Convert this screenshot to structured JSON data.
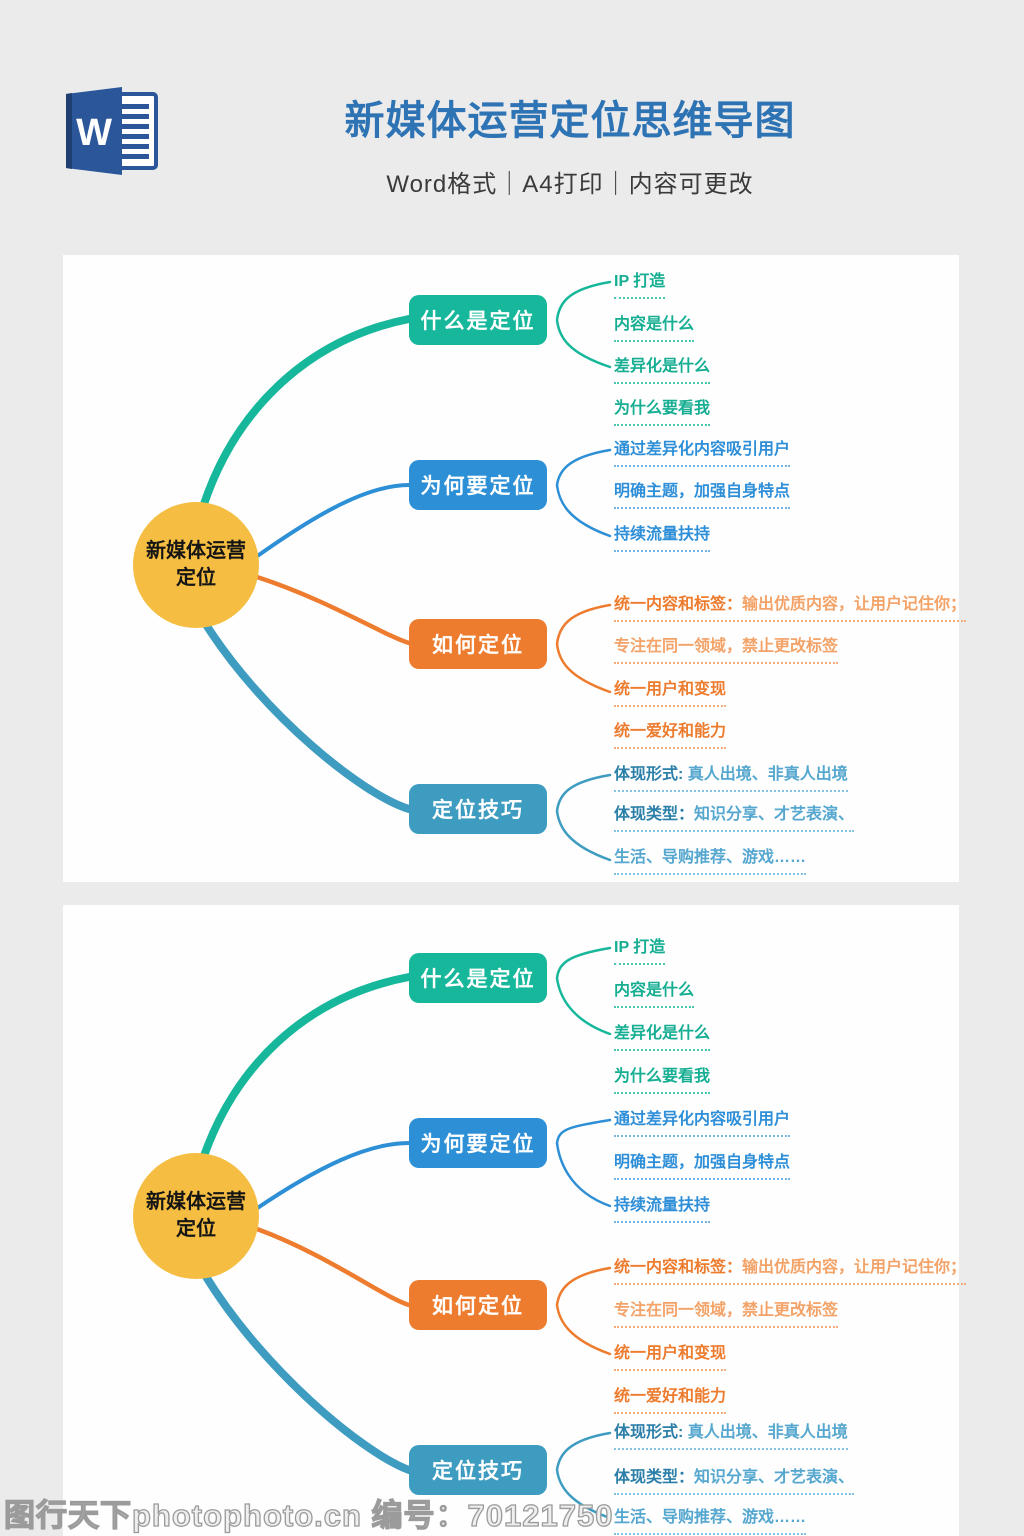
{
  "header": {
    "title": "新媒体运营定位思维导图",
    "subtitle": "Word格式｜A4打印｜内容可更改",
    "title_color": "#2E73B4",
    "word_icon_color": "#2B579A"
  },
  "map": {
    "center": {
      "line1": "新媒体运营",
      "line2": "定位",
      "color": "#F5BD41"
    },
    "branches": [
      {
        "label": "什么是定位",
        "color": "#17B79B",
        "items": [
          {
            "b": "IP 打造",
            "r": ""
          },
          {
            "b": "内容是什么",
            "r": ""
          },
          {
            "b": "差异化是什么",
            "r": ""
          },
          {
            "b": "为什么要看我",
            "r": ""
          }
        ]
      },
      {
        "label": "为何要定位",
        "color": "#2D8FD5",
        "items": [
          {
            "b": "通过差异化内容吸引用户",
            "r": ""
          },
          {
            "b": "明确主题，加强自身特点",
            "r": ""
          },
          {
            "b": "持续流量扶持",
            "r": ""
          }
        ]
      },
      {
        "label": "如何定位",
        "color": "#ED7C2F",
        "items": [
          {
            "b": "统一内容和标签：",
            "r": "输出优质内容，让用户记住你；"
          },
          {
            "b": "",
            "r": "专注在同一领域，禁止更改标签"
          },
          {
            "b": "统一用户和变现",
            "r": ""
          },
          {
            "b": "统一爱好和能力",
            "r": ""
          }
        ]
      },
      {
        "label": "定位技巧",
        "color": "#3E9CC0",
        "items": [
          {
            "b": "体现形式: ",
            "r": "真人出境、非真人出境"
          },
          {
            "b": "体现类型：",
            "r": "知识分享、才艺表演、"
          },
          {
            "b": "",
            "r": "生活、导购推荐、游戏……"
          }
        ]
      }
    ]
  },
  "watermark": {
    "text": "图行天下photophoto.cn 编号：70121750"
  }
}
